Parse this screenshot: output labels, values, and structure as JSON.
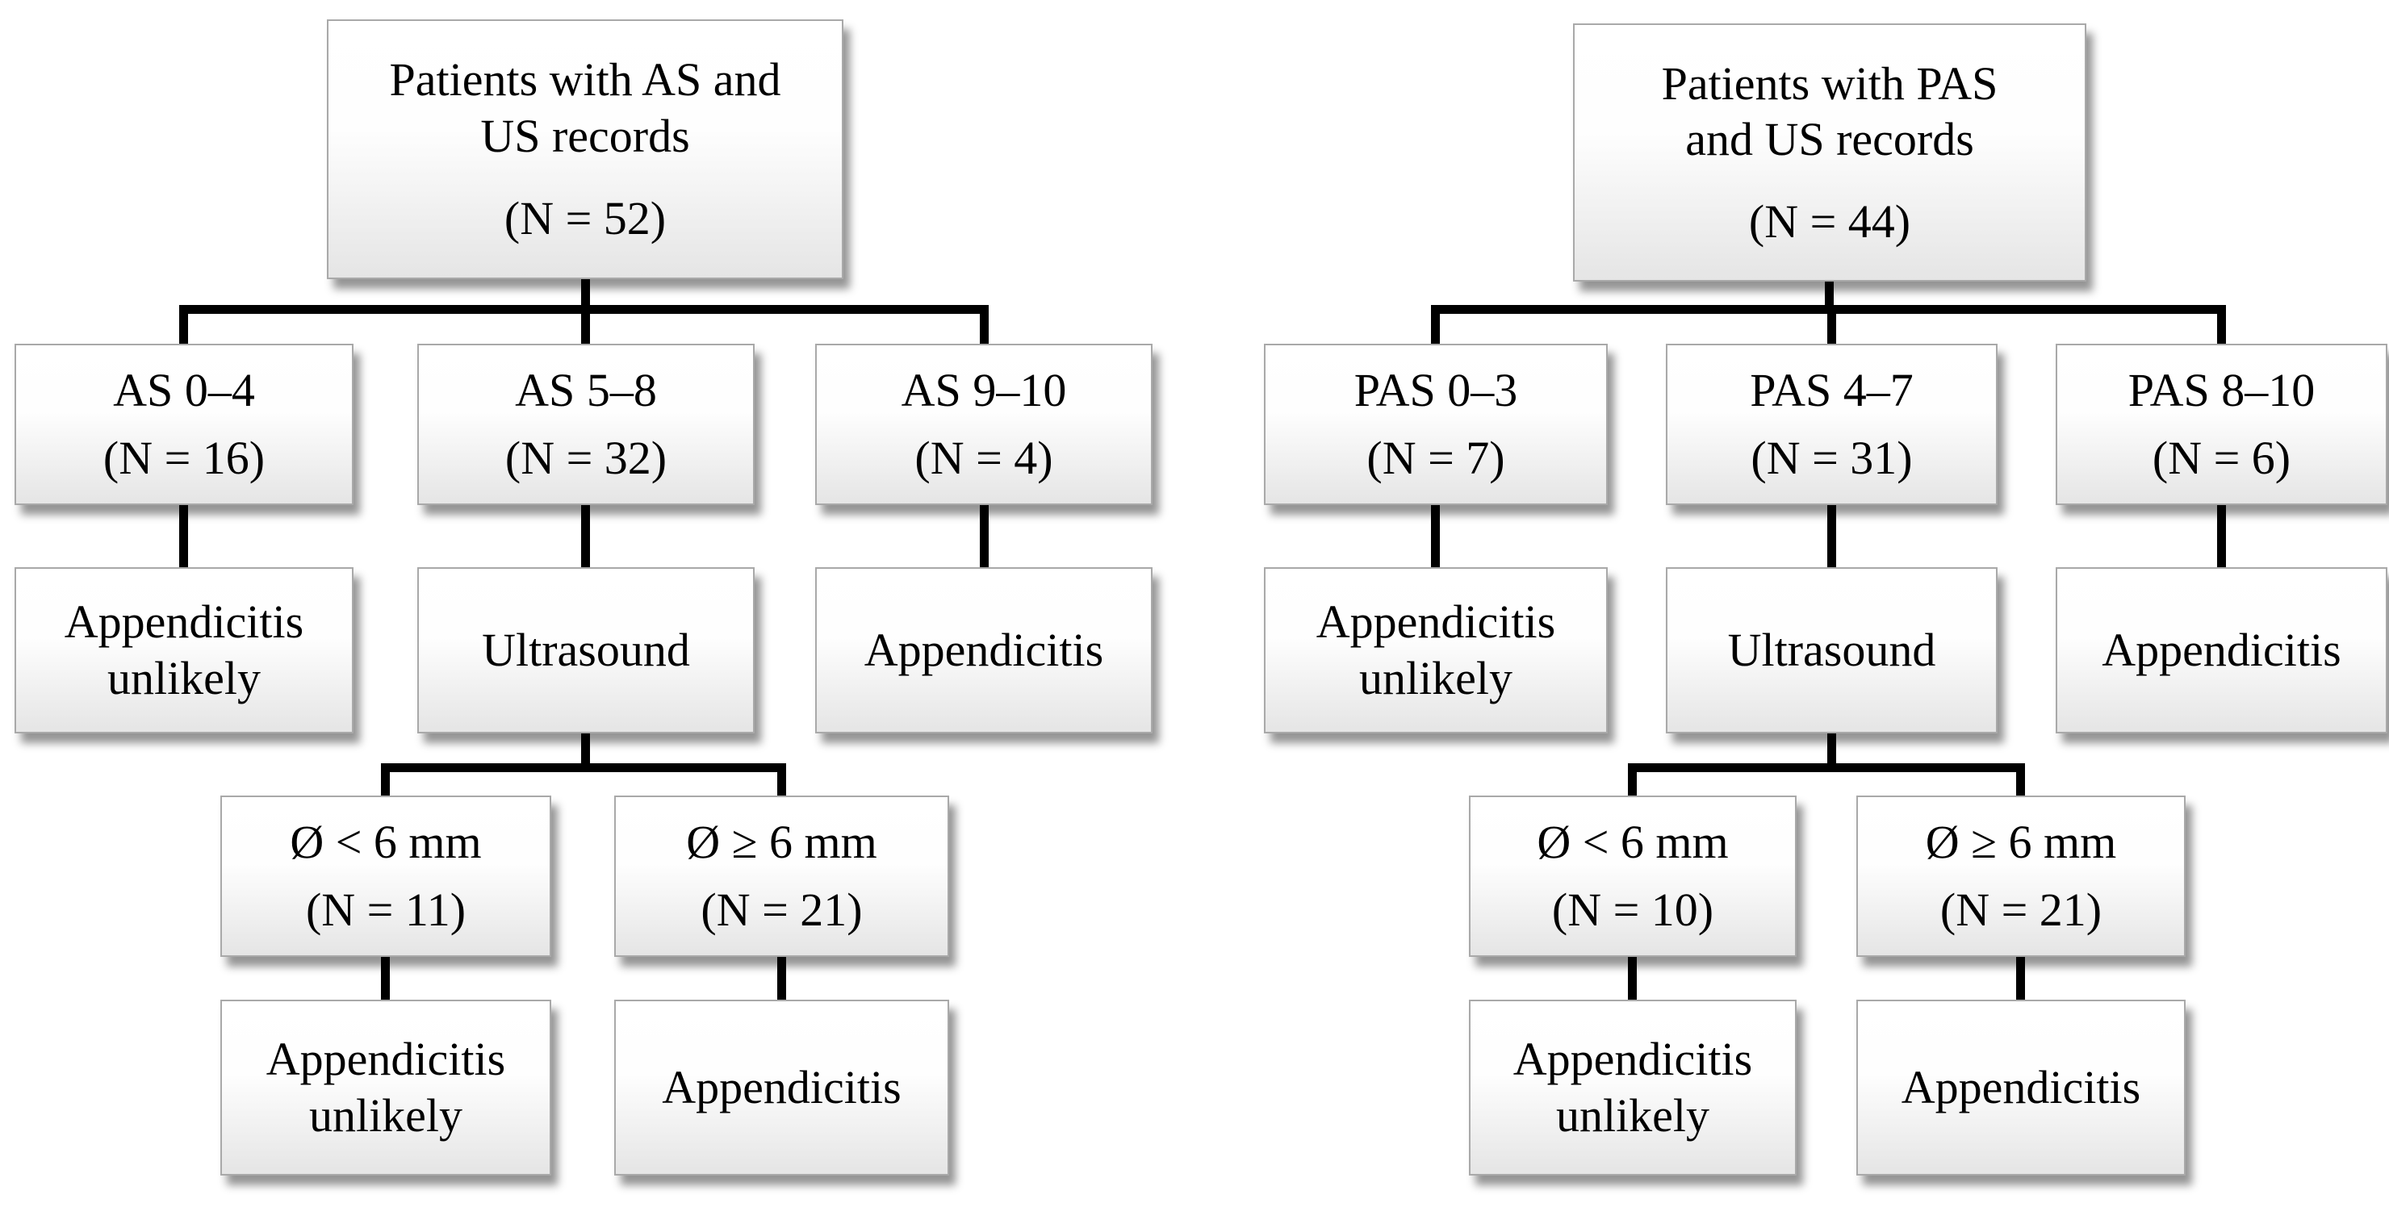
{
  "diagram": {
    "colors": {
      "connector_line": "#000000",
      "box_border": "#a9a9a9",
      "box_fill_top": "#ffffff",
      "box_fill_bottom": "#e5e5e5",
      "text": "#000000"
    },
    "left_tree": {
      "root": {
        "label": "Patients with AS and US records",
        "count": "(N = 52)"
      },
      "score_low": {
        "label": "AS 0–4",
        "count": "(N = 16)"
      },
      "score_mid": {
        "label": "AS 5–8",
        "count": "(N = 32)"
      },
      "score_high": {
        "label": "AS 9–10",
        "count": "(N = 4)"
      },
      "outcome_low": {
        "label": "Appendicitis unlikely"
      },
      "mid_action": {
        "label": "Ultrasound"
      },
      "outcome_high": {
        "label": "Appendicitis"
      },
      "diameter_small": {
        "label": "Ø < 6 mm",
        "count": "(N = 11)"
      },
      "diameter_large": {
        "label": "Ø ≥ 6 mm",
        "count": "(N = 21)"
      },
      "outcome_diameter_small": {
        "label": "Appendicitis unlikely"
      },
      "outcome_diameter_large": {
        "label": "Appendicitis"
      }
    },
    "right_tree": {
      "root": {
        "label": "Patients with PAS and US records",
        "count": "(N = 44)"
      },
      "score_low": {
        "label": "PAS 0–3",
        "count": "(N = 7)"
      },
      "score_mid": {
        "label": "PAS 4–7",
        "count": "(N = 31)"
      },
      "score_high": {
        "label": "PAS 8–10",
        "count": "(N = 6)"
      },
      "outcome_low": {
        "label": "Appendicitis unlikely"
      },
      "mid_action": {
        "label": "Ultrasound"
      },
      "outcome_high": {
        "label": "Appendicitis"
      },
      "diameter_small": {
        "label": "Ø < 6 mm",
        "count": "(N = 10)"
      },
      "diameter_large": {
        "label": "Ø ≥ 6 mm",
        "count": "(N = 21)"
      },
      "outcome_diameter_small": {
        "label": "Appendicitis unlikely"
      },
      "outcome_diameter_large": {
        "label": "Appendicitis"
      }
    }
  }
}
